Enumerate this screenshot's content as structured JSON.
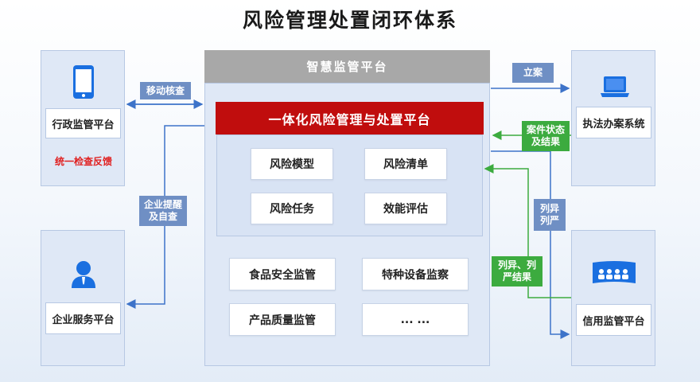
{
  "title": "风险管理处置闭环体系",
  "center": {
    "header": "智慧监管平台",
    "inner_header": "一体化风险管理与处置平台",
    "modules": [
      "风险模型",
      "风险清单",
      "风险任务",
      "效能评估"
    ],
    "bottom_items": [
      "食品安全监管",
      "特种设备监察",
      "产品质量监管",
      "... ..."
    ]
  },
  "left": {
    "admin_platform": "行政监管平台",
    "admin_note": "统一检查反馈",
    "enterprise_platform": "企业服务平台"
  },
  "right": {
    "law_system": "执法办案系统",
    "credit_platform": "信用监管平台"
  },
  "tags": {
    "mobile_check": "移动核查",
    "enterprise_remind": "企业提醒\n及自查",
    "file_case": "立案",
    "case_status": "案件状态\n及结果",
    "list_abnormal": "列异\n列严",
    "list_result": "列异、列\n严结果"
  },
  "icons": {
    "admin": "mobile-phone-icon",
    "enterprise": "person-icon",
    "law": "laptop-icon",
    "credit": "credit-screen-icon"
  },
  "colors": {
    "red": "#c00d0d",
    "green": "#3cab3f",
    "blue_tag": "#6f8fc4",
    "icon_blue": "#1a6fe0",
    "line_blue": "#3d73c9"
  }
}
